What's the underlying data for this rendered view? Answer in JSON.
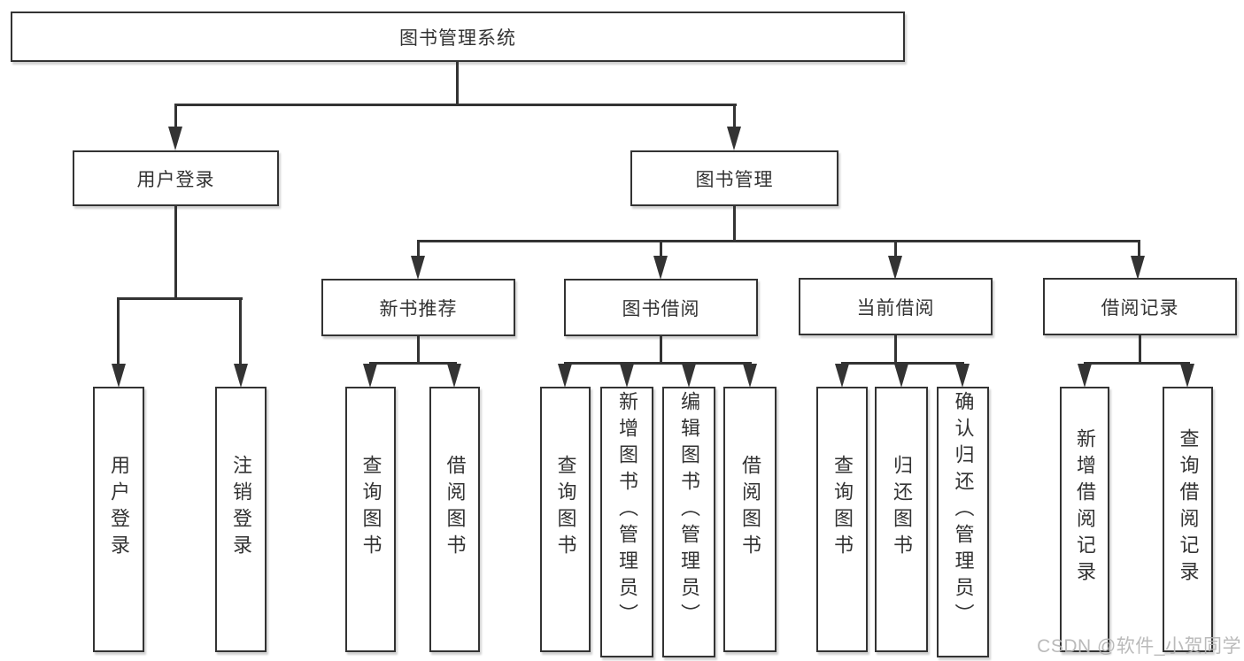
{
  "diagram": {
    "root": {
      "label": "图书管理系统"
    },
    "level2": {
      "user_login": {
        "label": "用户登录"
      },
      "book_mgmt": {
        "label": "图书管理"
      }
    },
    "level3": {
      "new_book_rec": {
        "label": "新书推荐"
      },
      "book_borrow": {
        "label": "图书借阅"
      },
      "current_borrow": {
        "label": "当前借阅"
      },
      "borrow_records": {
        "label": "借阅记录"
      }
    },
    "leaves": {
      "user_login_leaf": {
        "label": "用户登录"
      },
      "logout_leaf": {
        "label": "注销登录"
      },
      "nbr_query_books": {
        "label": "查询图书"
      },
      "nbr_borrow_books": {
        "label": "借阅图书"
      },
      "bb_query_books": {
        "label": "查询图书"
      },
      "bb_add_books_admin": {
        "label": "新增图书（管理员）"
      },
      "bb_edit_books_admin": {
        "label": "编辑图书（管理员）"
      },
      "bb_borrow_books": {
        "label": "借阅图书"
      },
      "cb_query_books": {
        "label": "查询图书"
      },
      "cb_return_books": {
        "label": "归还图书"
      },
      "cb_confirm_return_admin": {
        "label": "确认归还（管理员）"
      },
      "br_add_record": {
        "label": "新增借阅记录"
      },
      "br_query_record": {
        "label": "查询借阅记录"
      }
    }
  },
  "watermark": {
    "text": "CSDN @软件_小贺同学"
  },
  "colors": {
    "line": "#333333",
    "text": "#333333",
    "background": "#ffffff",
    "watermark": "#b2b2b2"
  }
}
